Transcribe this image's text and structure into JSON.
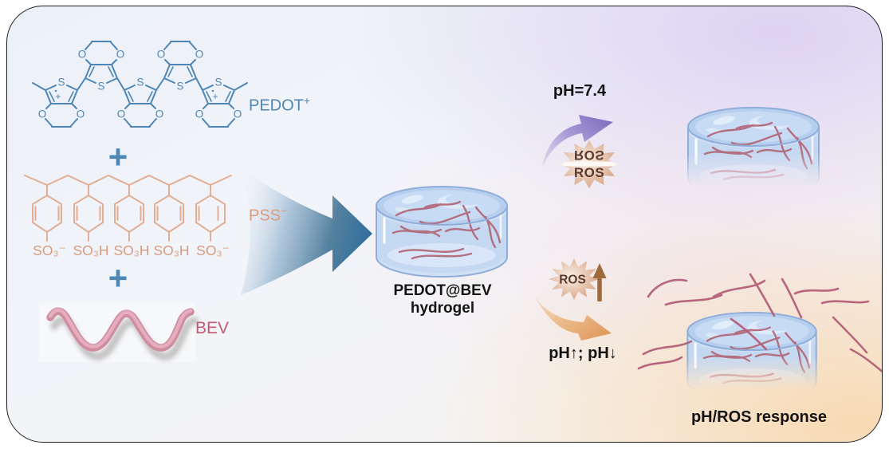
{
  "molecules": {
    "pedot": {
      "name": "PEDOT",
      "charge": "+",
      "atom_s": "S",
      "atom_o": "O",
      "charge_symbol": "+"
    },
    "pss": {
      "name": "PSS",
      "charge": "−",
      "sulfonates": [
        "SO₃⁻",
        "SO₃H",
        "SO₃H",
        "SO₃H",
        "SO₃⁻"
      ]
    },
    "bev": {
      "name": "BEV"
    },
    "plus_sign": "+"
  },
  "product": {
    "line1": "PEDOT@BEV",
    "line2": "hydrogel"
  },
  "paths": {
    "top": {
      "condition": "pH=7.4",
      "ros": "ROS"
    },
    "bottom": {
      "ros": "ROS",
      "condition": "pH↑; pH↓"
    }
  },
  "response_label": "pH/ROS response",
  "colors": {
    "pedot_blue": "#4d86b6",
    "pss_salmon": "#dda183",
    "bev_pink": "#c25a72",
    "synthesis_arrow_blue": "#2e6d9c",
    "neutral_arrow_purple": "#7867bc",
    "stimulus_arrow_orange": "#df9353",
    "ros_star_tan": "#cd9a7e",
    "ros_text_brown": "#5c3a2e",
    "gel_blue": "#cfe0f4",
    "fiber_rose": "#b26a7b"
  }
}
